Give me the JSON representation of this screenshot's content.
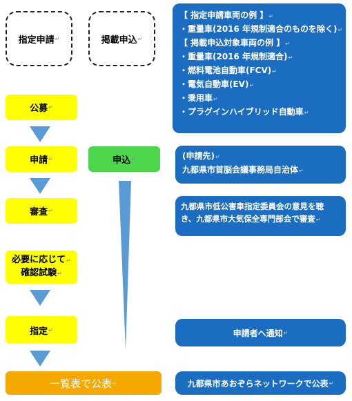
{
  "process": {
    "dashed_left": "指定申請",
    "dashed_right": "掲載申込",
    "steps": {
      "publication": "公募",
      "application": "申請",
      "review": "審査",
      "confirm_test_line1": "必要に応じて",
      "confirm_test_line2": "確認試験",
      "designation": "指定",
      "list_publish": "一覧表で公表"
    },
    "apply_listing": "申込"
  },
  "notes": {
    "examples": [
      "【 指定申請車両の例 】",
      "・重量車(2016 年規制適合のものを除く)",
      "【 掲載申込対象車両の例 】",
      "・重量車(2016 年規制適合)",
      "・燃料電池自動車(FCV)",
      "・電気自動車(EV)",
      "・乗用車",
      "・プラグインハイブリッド自動車"
    ],
    "apply_to_line1": "(申請先)",
    "apply_to_line2": "九都県市首脳会議事務局自治体",
    "review_line1": "九都県市低公害車指定委員会の意見を聴",
    "review_line2": "き、九都県市大気保全専門部会で審査",
    "notify": "申請者へ通知",
    "publish_network": "九都県市あおぞらネットワークで公表"
  },
  "colors": {
    "step_yellow": "#ffff00",
    "apply_green": "#4cd64c",
    "publish_orange": "#f5a800",
    "note_blue": "#1b6dc1",
    "arrow_blue": "#5b9bd5"
  }
}
